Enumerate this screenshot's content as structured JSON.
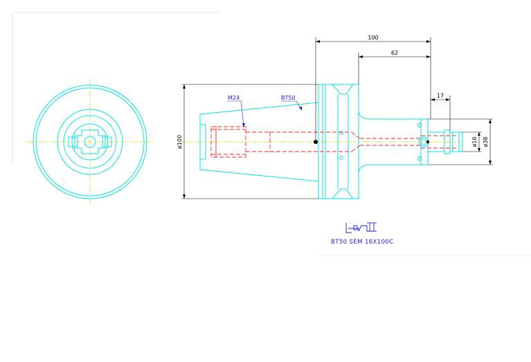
{
  "drawing": {
    "dimensions": {
      "overall_length": "100",
      "body_length": "62",
      "bore_depth": "17",
      "taper_diameter": "ø100",
      "bore_diameter": "ø16",
      "nose_diameter": "ø38"
    },
    "callouts": {
      "thread": "M24",
      "taper": "BT50"
    },
    "title_block": {
      "part_name": "BT50 SEM 16X100C"
    },
    "colors": {
      "outline": "#00e5e5",
      "hidden": "#ff2020",
      "center": "#d8d800",
      "dimension": "#000000",
      "annotation": "#1a1aff"
    }
  }
}
